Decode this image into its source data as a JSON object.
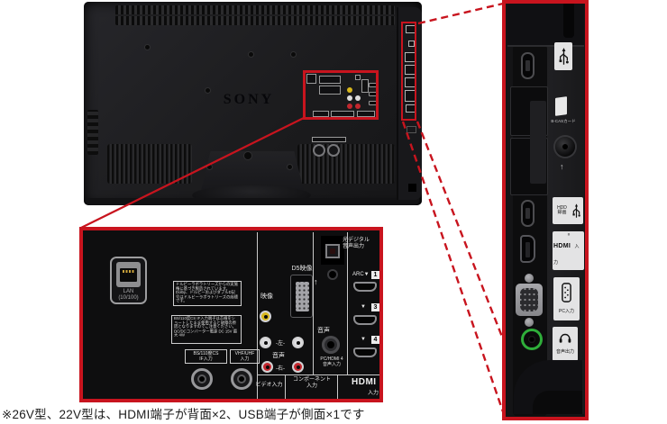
{
  "colors": {
    "accent": "#c8141e",
    "tv_body": "#1f1f21",
    "panel_bg": "#0e0e0f",
    "label_bg": "#e3e3e4",
    "jack_yellow": "#d9b81d",
    "jack_red": "#c3272e",
    "headphone_green": "#2fae3a"
  },
  "caption": "※26V型、22V型は、HDMI端子が背面×2、USB端子が側面×1です",
  "tv_back": {
    "brand": "SONY"
  },
  "rear_panel": {
    "lan_label": "LAN\n(10/100)",
    "notices": {
      "dolby": "ドルビーラボラトリーズからの実施権に基づき製造されています。Dolby、ドルビーおよびダブルD記号はドルビーラボラトリーズの商標です。",
      "power": "BS/110度CS IF入力端子は芯線をショートしたまま使用すると故障の原因となりますのでご注意ください。DC/DCコンバーター電源 DC 15V 最大 4W"
    },
    "video_label": "映像",
    "d5_label": "D5映像",
    "audio_label": "音声",
    "left_label": "-左-",
    "right_label": "-右-",
    "optical_label": "光デジタル\n音声出力",
    "arrow_up": "↑",
    "pc_hdmi4_audio_label": "PC/HDMI 4\n音声入力",
    "hdmi_ports": [
      {
        "tag": "ARC▼",
        "num": "1"
      },
      {
        "tag": "▼",
        "num": "3"
      },
      {
        "tag": "▼",
        "num": "4"
      }
    ],
    "hdmi_logo": "HDMI",
    "hdmi_input_label": "入力",
    "bs_input_label": "BS/110度CS\nIF入力",
    "vhf_input_label": "VHF/UHF\n入力",
    "video_input_label": "ビデオ入力",
    "component_input_label": "コンポーネント\n入力"
  },
  "side_panel": {
    "bcas_label": "B-CASカード",
    "arrow_up": "↑",
    "hdd_rec_label": "HDD録画",
    "hdmi_logo": "HDMI",
    "hdmi_input_label": "入力",
    "pc_input_label": "PC入力",
    "audio_out_label": "音声出力"
  }
}
